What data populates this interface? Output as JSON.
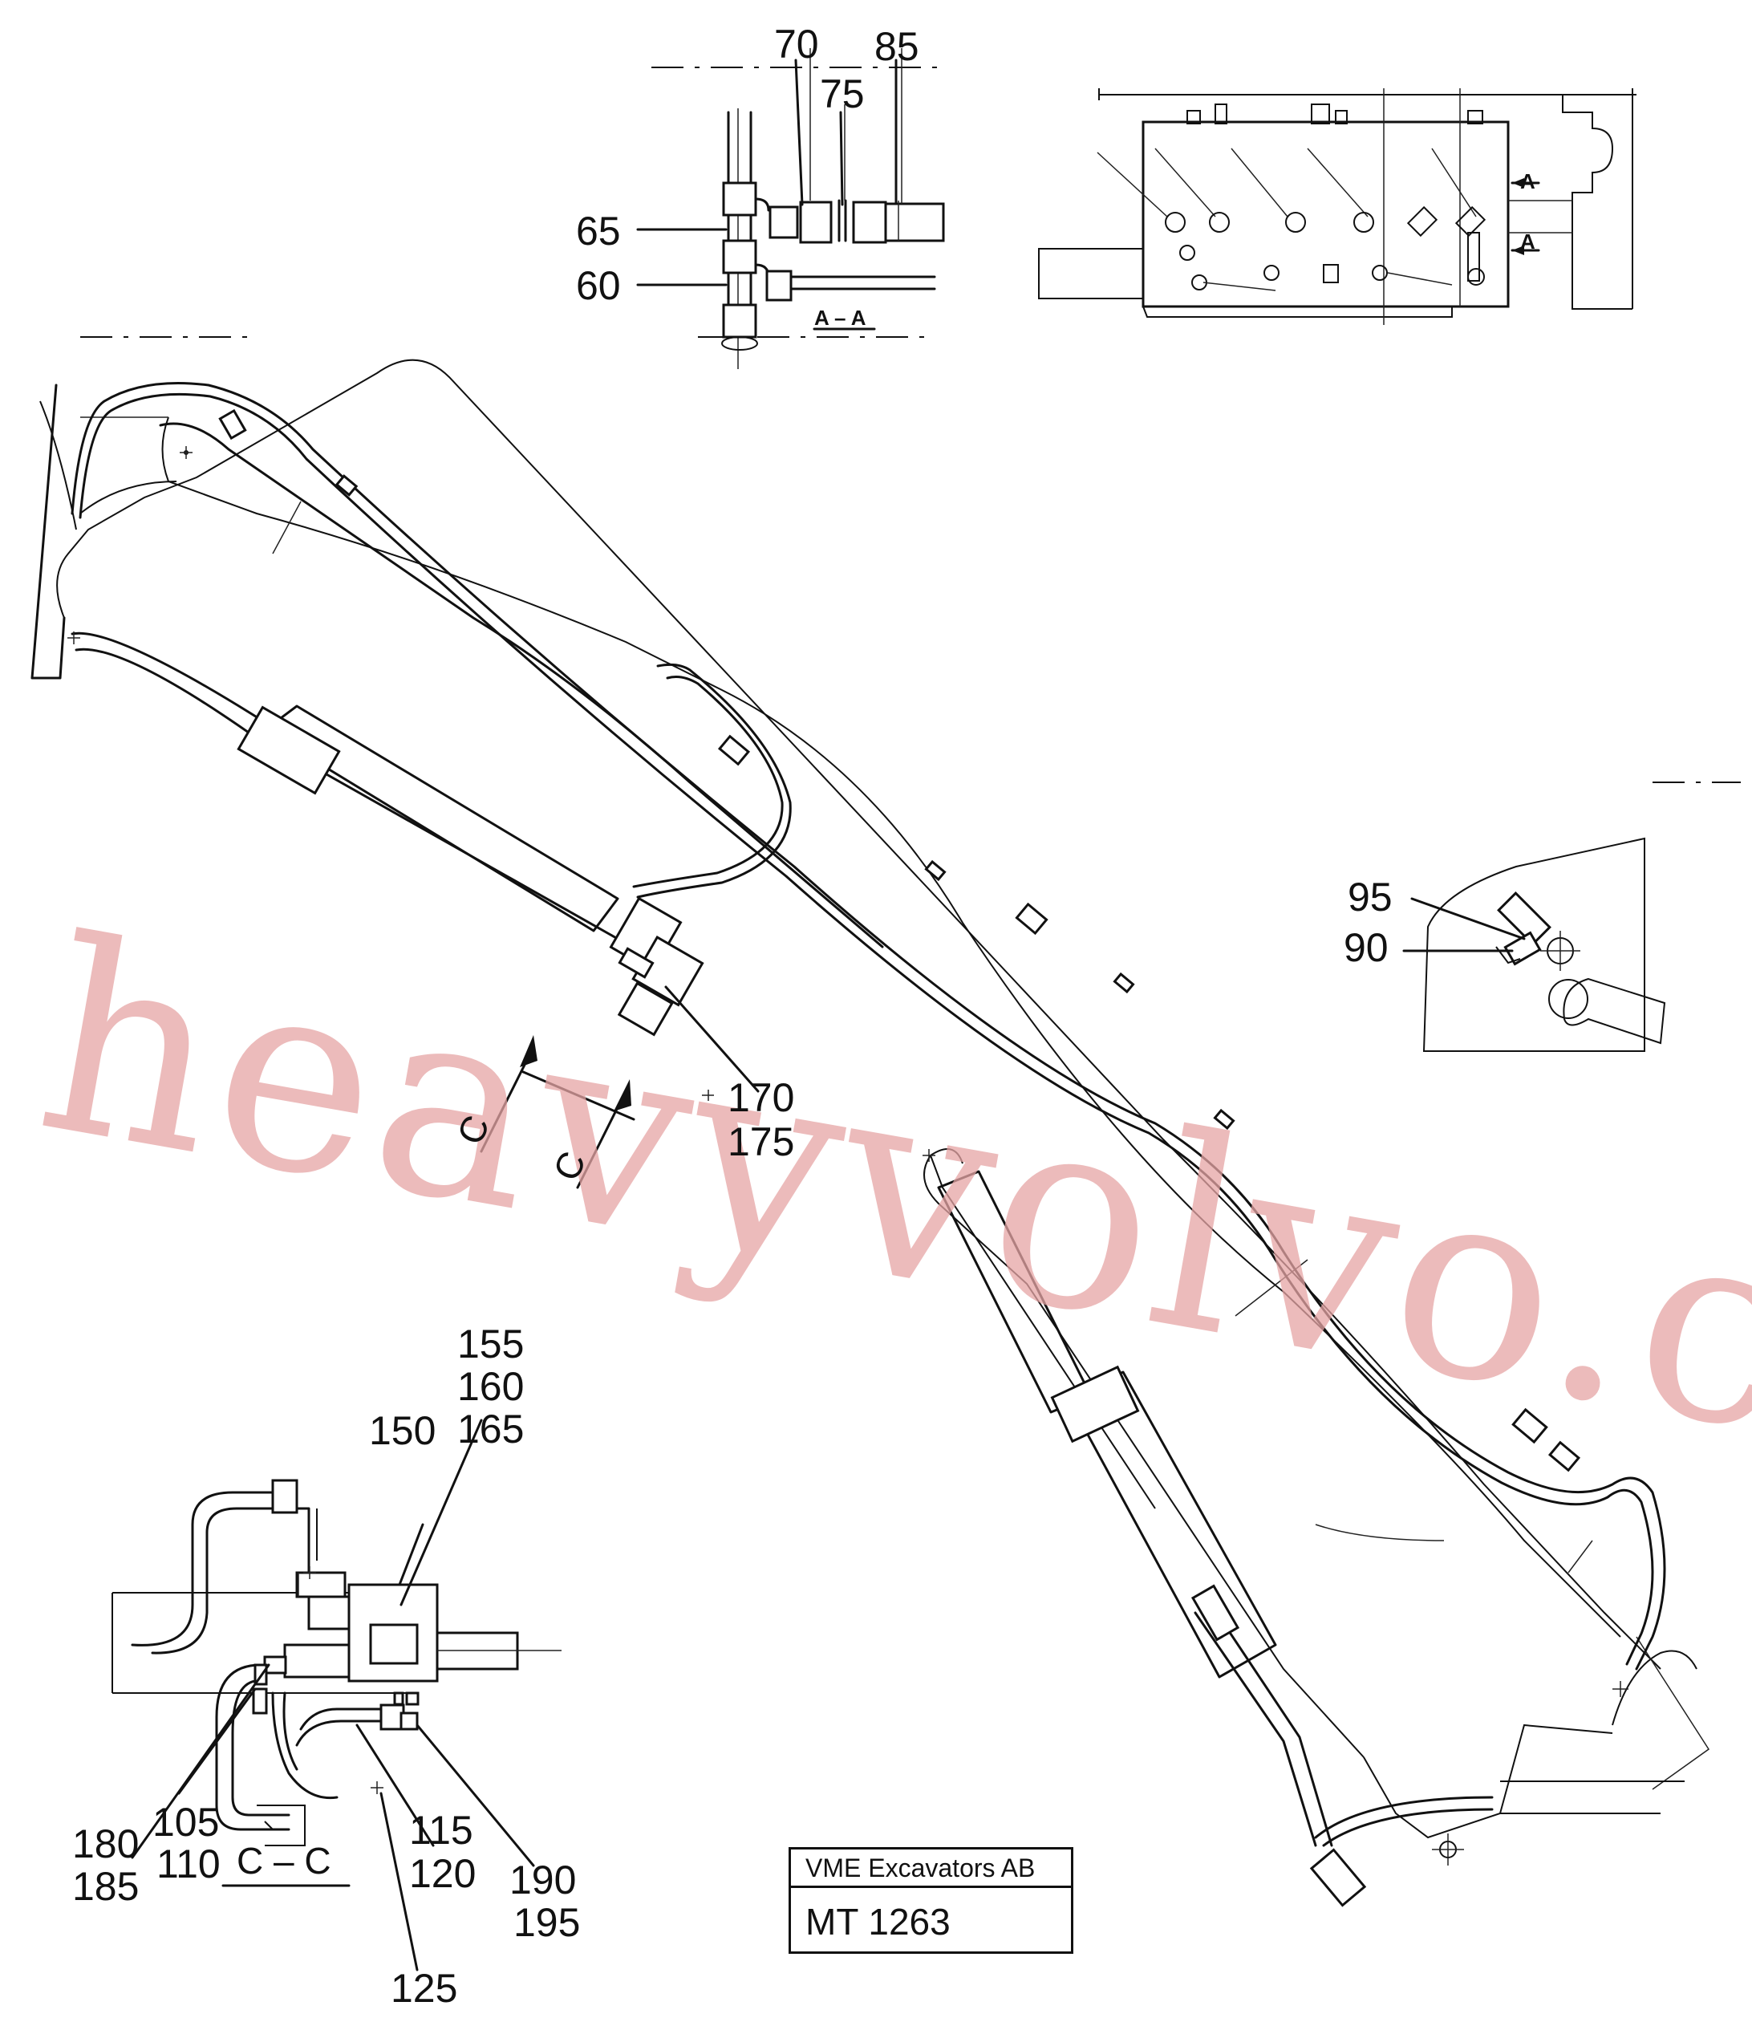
{
  "watermark": "heavyvolvo.com",
  "title_block": {
    "company": "VME Excavators AB",
    "drawing_number": "MT 1263"
  },
  "section_labels": {
    "aa_detail": "A – A",
    "arrow_a_top": "A",
    "arrow_a_bottom": "A",
    "cc_detail": "C – C",
    "arrow_c_left": "C",
    "arrow_c_right": "C"
  },
  "callouts": {
    "c70": "70",
    "c85": "85",
    "c75": "75",
    "c65": "65",
    "c60": "60",
    "c95": "95",
    "c90": "90",
    "c170": "170",
    "c175": "175",
    "c155": "155",
    "c160": "160",
    "c165": "165",
    "c150": "150",
    "c180": "180",
    "c185": "185",
    "c105": "105",
    "c110": "110",
    "c115": "115",
    "c120": "120",
    "c190": "190",
    "c195": "195",
    "c125": "125"
  }
}
